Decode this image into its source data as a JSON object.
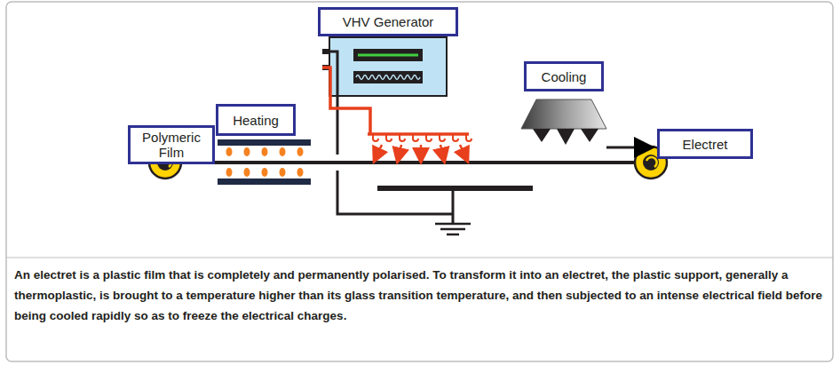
{
  "diagram": {
    "caption": "An electret is a plastic film that is completely and permanently polarised. To transform it into an electret, the plastic support, generally a thermoplastic, is brought to a temperature higher than its glass transition temperature, and then subjected to an intense electrical field before being cooled rapidly so as to freeze the electrical charges.",
    "nodes": [
      {
        "text": [
          "Polymeric Film"
        ]
      },
      {
        "text": [
          "Heating"
        ]
      },
      {
        "text": [
          "VHV Generator"
        ]
      },
      {
        "text": [
          "Cooling"
        ]
      },
      {
        "text": [
          "Electret"
        ]
      }
    ]
  }
}
